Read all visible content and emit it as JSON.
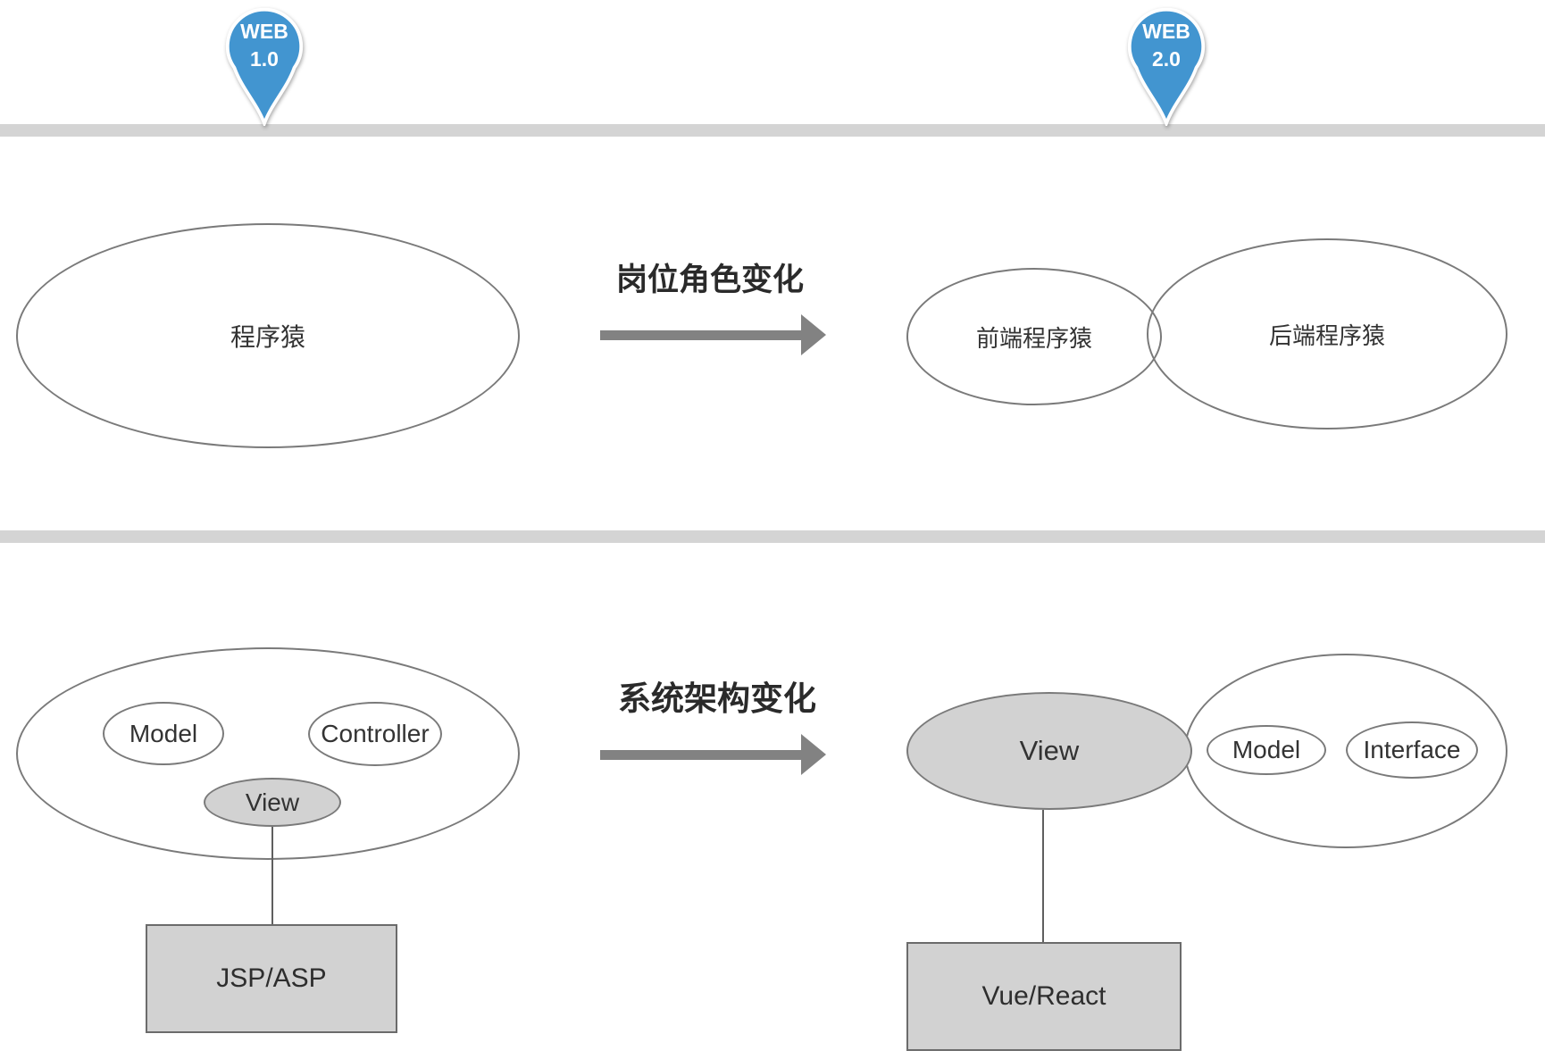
{
  "colors": {
    "pin_blue": "#4295d0",
    "bar_gray": "#d4d4d4",
    "arrow_gray": "#828282",
    "shape_fill_gray": "#d2d2d2",
    "shape_stroke_gray": "#7a7a7a",
    "title_text": "#2a2a2a"
  },
  "timeline": {
    "markers": [
      {
        "line1": "WEB",
        "line2": "1.0"
      },
      {
        "line1": "WEB",
        "line2": "2.0"
      }
    ]
  },
  "role_section": {
    "title": "岗位角色变化",
    "before": {
      "label": "程序猿"
    },
    "after": [
      {
        "label": "前端程序猿"
      },
      {
        "label": "后端程序猿"
      }
    ]
  },
  "architecture_section": {
    "title": "系统架构变化",
    "before": {
      "components": [
        {
          "label": "Model"
        },
        {
          "label": "Controller"
        },
        {
          "label": "View"
        }
      ],
      "technology": "JSP/ASP"
    },
    "after": {
      "view": "View",
      "components": [
        {
          "label": "Model"
        },
        {
          "label": "Interface"
        }
      ],
      "technology": "Vue/React"
    }
  }
}
